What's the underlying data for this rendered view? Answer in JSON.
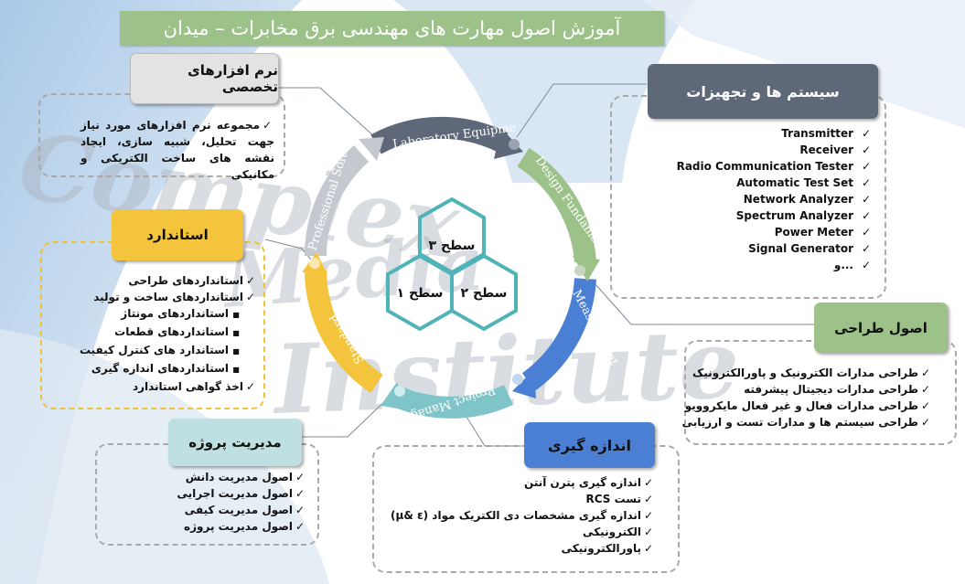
{
  "title": "آموزش اصول مهارت های مهندسی برق مخابرات – میدان",
  "watermark": {
    "line1": "Complex",
    "line2": "Media",
    "line3": "Institute"
  },
  "colors": {
    "green": "#9cc28a",
    "gray": "#5f6878",
    "blue": "#4a7fd4",
    "yellow": "#f3c43c",
    "teal": "#4fb3b8",
    "dark": "#3f4656"
  },
  "cycle": {
    "arcs": [
      "Laboratory Equipme",
      "Design Fundame",
      "Measurement",
      "Project Manage",
      "Standard",
      "Professional Softw"
    ],
    "hex": [
      "سطح ۳",
      "سطح ۲",
      "سطح ۱"
    ]
  },
  "software": {
    "header": "نرم افزارهای تخصصی",
    "items": [
      "مجموعه نرم افزارهای مورد نیاز جهت تحلیل، شبیه سازی، ایجاد نقشه های ساخت الکتریکی و مکانیکی"
    ]
  },
  "systems": {
    "header": "سیستم ها و تجهیزات",
    "items": [
      "Transmitter",
      "Receiver",
      "Radio Communication Tester",
      "Automatic Test Set",
      "Network Analyzer",
      "Spectrum Analyzer",
      "Power Meter",
      "Signal Generator",
      "و..."
    ]
  },
  "standard": {
    "header": "استاندارد",
    "items": [
      "استانداردهای طراحی",
      "استانداردهای ساخت و تولید",
      "استانداردهای مونتاژ",
      "استانداردهای قطعات",
      "استاندارد های کنترل کیفیت",
      "استانداردهای اندازه گیری",
      "اخذ گواهی استاندارد"
    ]
  },
  "design": {
    "header": "اصول طراحی",
    "items": [
      "طراحی مدارات الکترونیک و پاورالکترونیک",
      "طراحی مدارات دیجیتال پیشرفته",
      "طراحی مدارات فعال و غیر فعال مایکروویو",
      "طراحی سیستم ها و مدارات تست و ارزیابی"
    ]
  },
  "project": {
    "header": "مدیریت پروژه",
    "items": [
      "اصول مدیریت دانش",
      "اصول مدیریت اجرایی",
      "اصول مدیریت کیفی",
      "اصول مدیریت پروژه"
    ]
  },
  "measure": {
    "header": "اندازه گیری",
    "items": [
      "اندازه گیری پترن آنتن",
      "تست RCS",
      "اندازه گیری مشخصات دی الکتریک مواد (µ& ε)",
      "الکترونیکی",
      "پاورالکترونیکی"
    ]
  },
  "check": "✓",
  "bullet": "■"
}
